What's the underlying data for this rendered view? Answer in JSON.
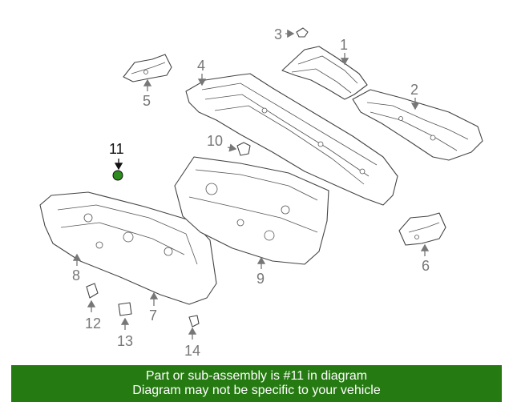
{
  "diagram": {
    "highlighted_part": "11",
    "highlight_color": "#2e8b1e",
    "callouts": [
      {
        "id": "1",
        "label": "1"
      },
      {
        "id": "2",
        "label": "2"
      },
      {
        "id": "3",
        "label": "3"
      },
      {
        "id": "4",
        "label": "4"
      },
      {
        "id": "5",
        "label": "5"
      },
      {
        "id": "6",
        "label": "6"
      },
      {
        "id": "7",
        "label": "7"
      },
      {
        "id": "8",
        "label": "8"
      },
      {
        "id": "9",
        "label": "9"
      },
      {
        "id": "10",
        "label": "10"
      },
      {
        "id": "11",
        "label": "11"
      },
      {
        "id": "12",
        "label": "12"
      },
      {
        "id": "13",
        "label": "13"
      },
      {
        "id": "14",
        "label": "14"
      }
    ]
  },
  "banner": {
    "line1": "Part or sub-assembly is #11 in diagram",
    "line2": "Diagram may not be specific to your vehicle",
    "background": "#267a12",
    "text_color": "#ffffff"
  }
}
